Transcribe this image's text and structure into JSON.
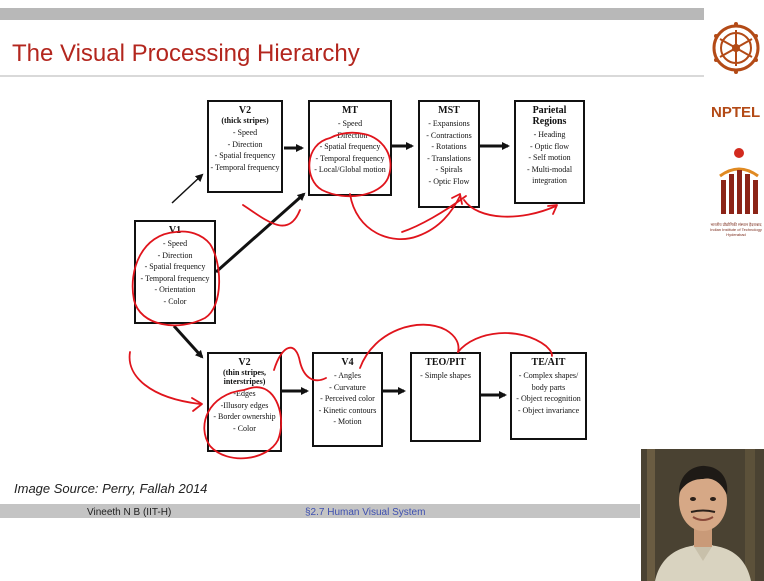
{
  "slide": {
    "title": "The Visual Processing Hierarchy",
    "image_source": "Image Source: Perry, Fallah 2014",
    "footer_left": "Vineeth N B  (IIT-H)",
    "footer_right": "§2.7 Human Visual System"
  },
  "logos": {
    "nptel_label": "NPTEL",
    "iit_caption": "भारतीय प्रौद्योगिकी संस्थान हैदराबाद Indian Institute of Technology Hyderabad"
  },
  "diagram": {
    "v1": {
      "title": "V1",
      "items": [
        "- Speed",
        "- Direction",
        "- Spatial frequency",
        "- Temporal frequency",
        "- Orientation",
        "- Color"
      ]
    },
    "v2_thick": {
      "title": "V2",
      "subtitle": "(thick stripes)",
      "items": [
        "- Speed",
        "- Direction",
        "- Spatial frequency",
        "- Temporal frequency"
      ]
    },
    "mt": {
      "title": "MT",
      "items": [
        "- Speed",
        "- Direction",
        "- Spatial frequency",
        "- Temporal frequency",
        "- Local/Global motion"
      ]
    },
    "mst": {
      "title": "MST",
      "items": [
        "- Expansions",
        "- Contractions",
        "- Rotations",
        "- Translations",
        "- Spirals",
        "- Optic Flow"
      ]
    },
    "parietal": {
      "title": "Parietal Regions",
      "items": [
        "- Heading",
        "- Optic flow",
        "- Self motion",
        "- Multi-modal",
        "integration"
      ]
    },
    "v2_thin": {
      "title": "V2",
      "subtitle": "(thin stripes, interstripes)",
      "items": [
        "-Edges",
        "-Illusory edges",
        "- Border ownership",
        "- Color"
      ]
    },
    "v4": {
      "title": "V4",
      "items": [
        "- Angles",
        "- Curvature",
        "- Perceived color",
        "- Kinetic contours",
        "- Motion"
      ]
    },
    "teo": {
      "title": "TEO/PIT",
      "items": [
        "- Simple shapes"
      ]
    },
    "te": {
      "title": "TE/AIT",
      "items": [
        "- Complex shapes/",
        "body parts",
        "- Object recognition",
        "- Object invariance"
      ]
    }
  },
  "colors": {
    "title": "#b3261e",
    "annotation": "#e0141c",
    "nptel": "#b34a16"
  }
}
